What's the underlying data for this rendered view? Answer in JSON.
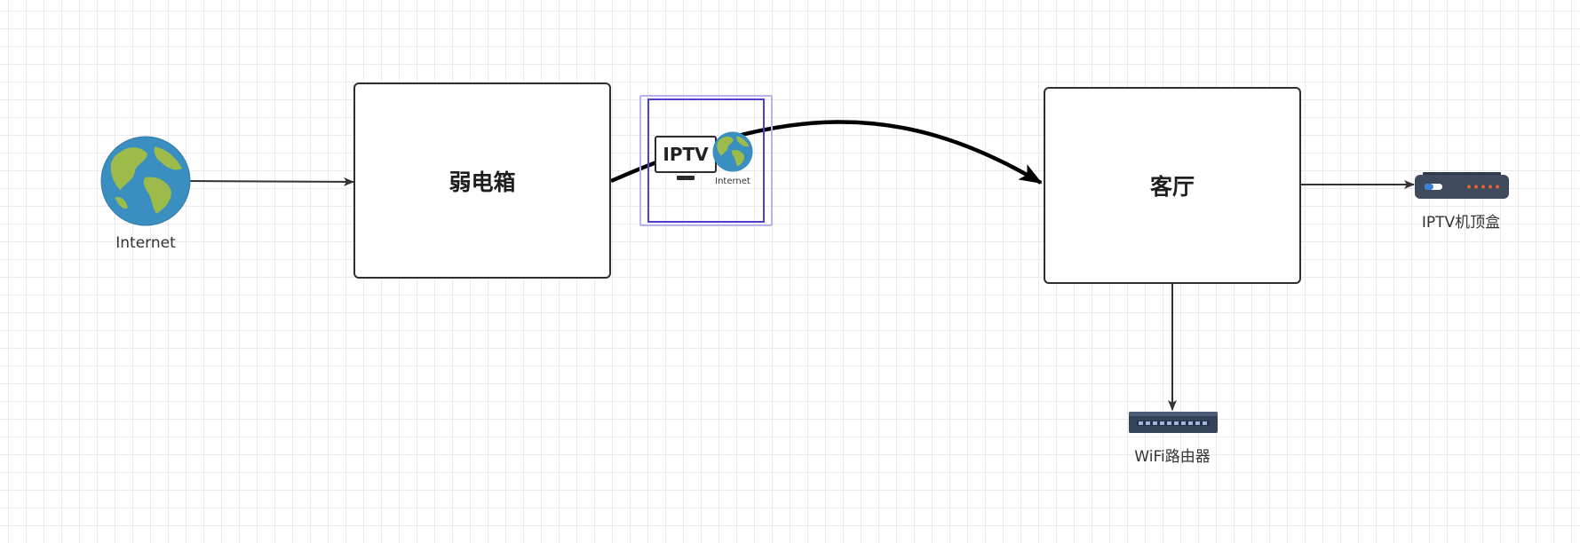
{
  "nodes": {
    "internet": {
      "label": "Internet"
    },
    "weak_box": {
      "label": "弱电箱"
    },
    "living_room": {
      "label": "客厅"
    },
    "iptv_settop": {
      "label": "IPTV机顶盒"
    },
    "wifi_router": {
      "label": "WiFi路由器"
    }
  },
  "iptv_icon": {
    "screen_text": "IPTV",
    "globe_caption": "Internet"
  },
  "colors": {
    "node_border": "#2f2f2f",
    "edge": "#333333",
    "selection_outer": "#b9b1f0",
    "selection_inner": "#4d3fd0",
    "globe_ocean": "#3a8fc0",
    "globe_land": "#9cbb4a",
    "device_body": "#3f4a5c",
    "device_led_accent": "#e0633a"
  },
  "icons": [
    "globe-icon",
    "tv-icon",
    "settop-box-icon",
    "router-icon",
    "arrow-icon"
  ]
}
